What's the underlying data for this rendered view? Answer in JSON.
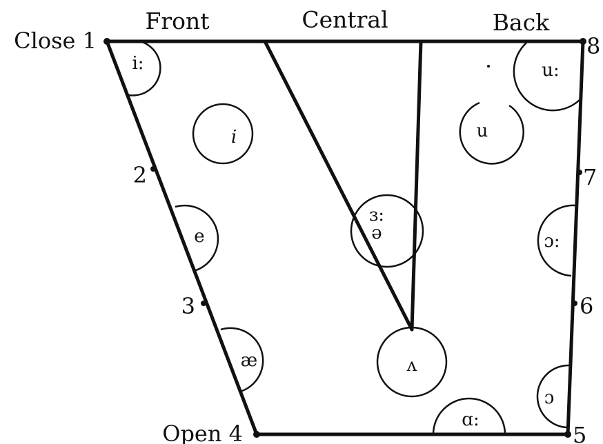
{
  "headers": {
    "front": "Front",
    "central": "Central",
    "back": "Back"
  },
  "points": {
    "close_1": "Close 1",
    "p2": "2",
    "p3": "3",
    "open_4": "Open 4",
    "p5": "5",
    "p6": "6",
    "p7": "7",
    "p8": "8"
  },
  "vowels": {
    "i_long": "i:",
    "i_short": "i",
    "e": "e",
    "ae": "æ",
    "er_long": "ɜ:",
    "schwa": "ə",
    "wedge": "ʌ",
    "a_long": "ɑ:",
    "u_short": "u",
    "u_long": "u:",
    "open_o_long": "ɔ:",
    "open_o": "ɔ"
  }
}
